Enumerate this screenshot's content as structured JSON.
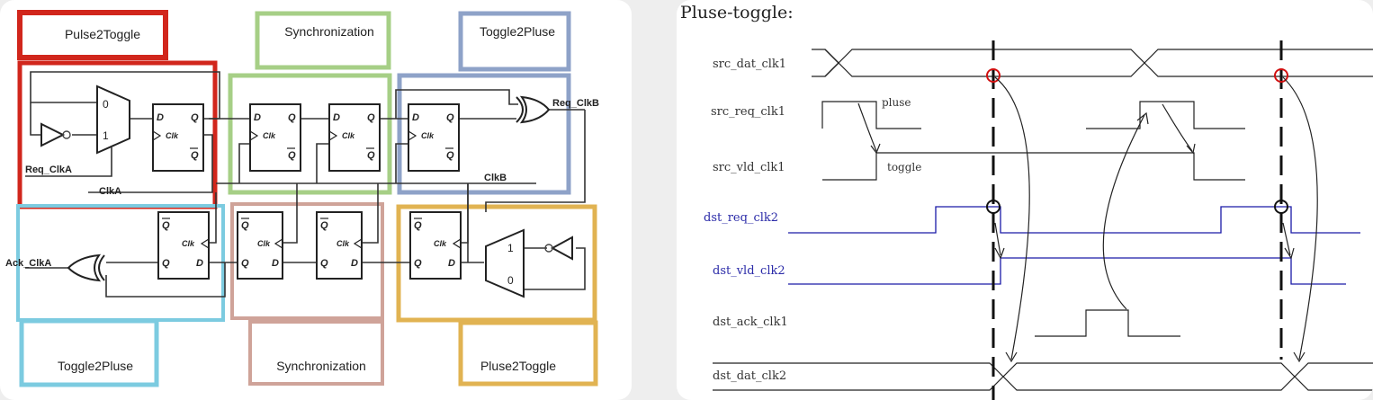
{
  "schematic": {
    "boxes": {
      "pulse2toggle_top": "Pulse2Toggle",
      "sync_top": "Synchronization",
      "toggle2pluse_top": "Toggle2Pluse",
      "toggle2pluse_bottom": "Toggle2Pluse",
      "sync_bottom": "Synchronization",
      "pluse2toggle_bottom": "Pluse2Toggle"
    },
    "box_colors": {
      "red": "#d1261c",
      "green": "#a6cf86",
      "blue": "#8ea2c8",
      "cyan": "#7ccbe0",
      "brown": "#cfa399",
      "orange": "#e1b352"
    },
    "signals": {
      "req_clka": "Req_ClkA",
      "clka": "ClkA",
      "clkb": "ClkB",
      "req_clkb": "Req_ClkB",
      "ack_clka": "Ack_ClkA"
    },
    "ff_pins": {
      "d": "D",
      "q": "Q",
      "qbar": "Q",
      "clk": "Clk"
    },
    "mux_top": {
      "in0": "0",
      "in1": "1"
    },
    "mux_bottom": {
      "in1": "1",
      "in0": "0"
    }
  },
  "timing": {
    "title": "Pluse-toggle:",
    "labels": {
      "src_dat": "src_dat_clk1",
      "src_req": "src_req_clk1",
      "src_vld": "src_vld_clk1",
      "dst_req": "dst_req_clk2",
      "dst_vld": "dst_vld_clk2",
      "dst_ack": "dst_ack_clk1",
      "dst_dat": "dst_dat_clk2"
    },
    "annotations": {
      "pulse": "pluse",
      "toggle": "toggle"
    },
    "colors": {
      "blue_signal": "#1a1aa8",
      "sample_circle": "#d01010"
    }
  }
}
